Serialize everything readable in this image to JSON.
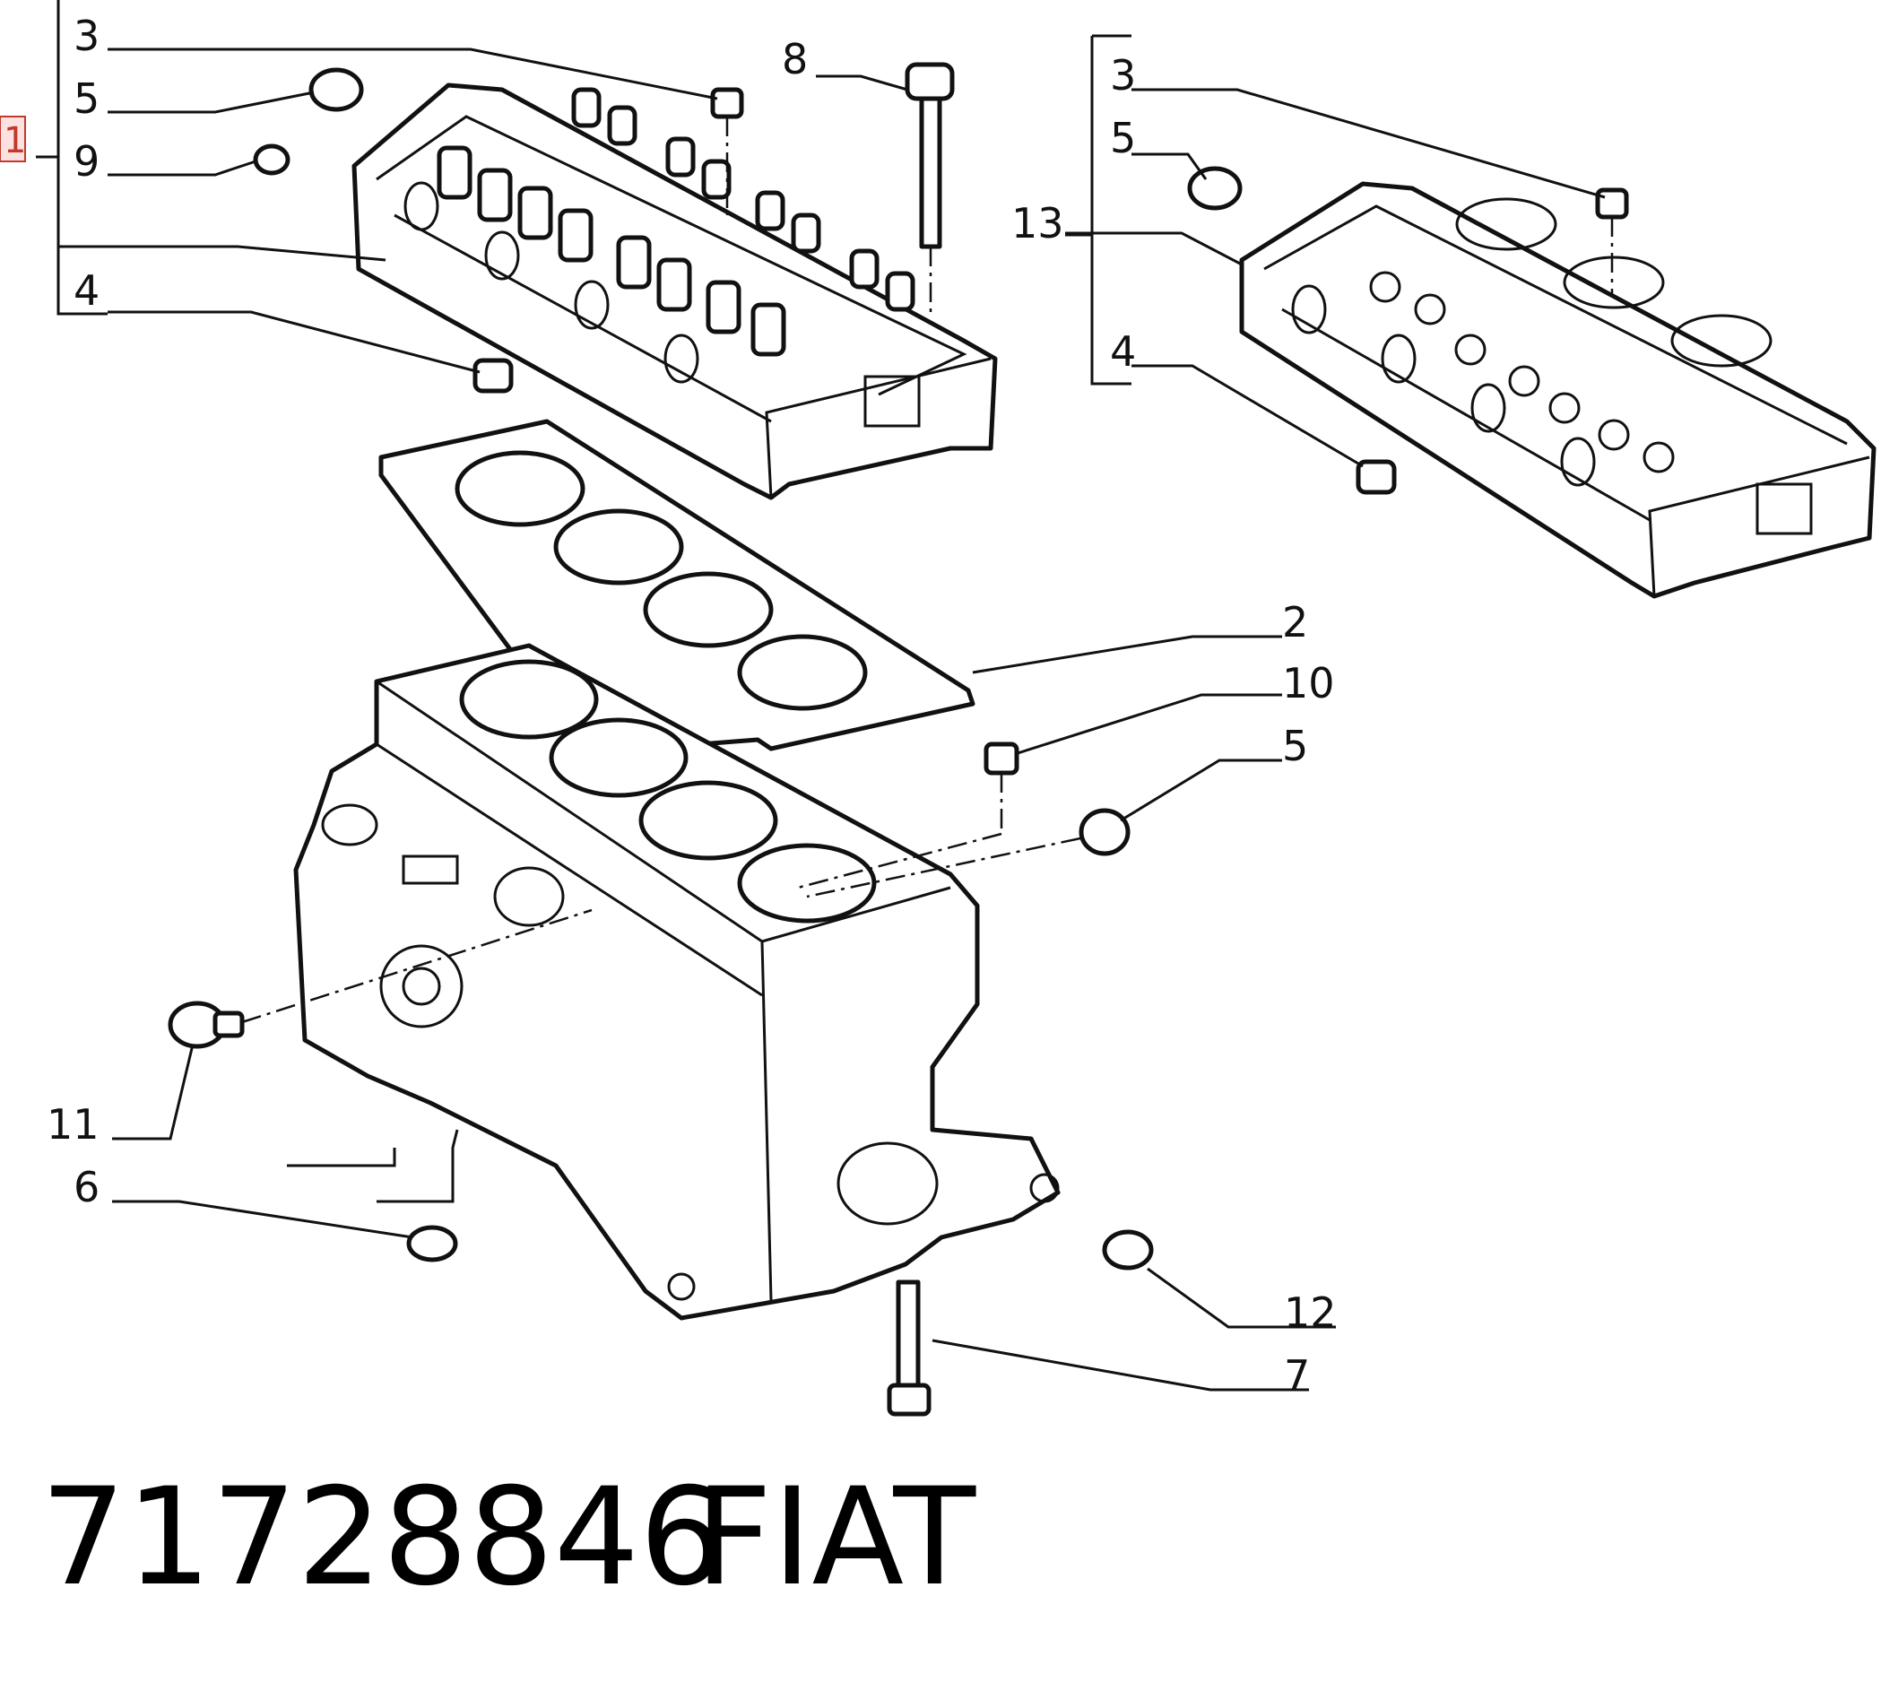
{
  "callouts": {
    "c1": "1",
    "c2": "2",
    "c3a": "3",
    "c3b": "3",
    "c4a": "4",
    "c4b": "4",
    "c5a": "5",
    "c5b": "5",
    "c5c": "5",
    "c6": "6",
    "c7": "7",
    "c8": "8",
    "c9": "9",
    "c10": "10",
    "c11": "11",
    "c12": "12",
    "c13": "13"
  },
  "part_number": "71728846",
  "brand": "FIAT",
  "colors": {
    "line": "#111111",
    "selected_callout": "#c0392b"
  }
}
